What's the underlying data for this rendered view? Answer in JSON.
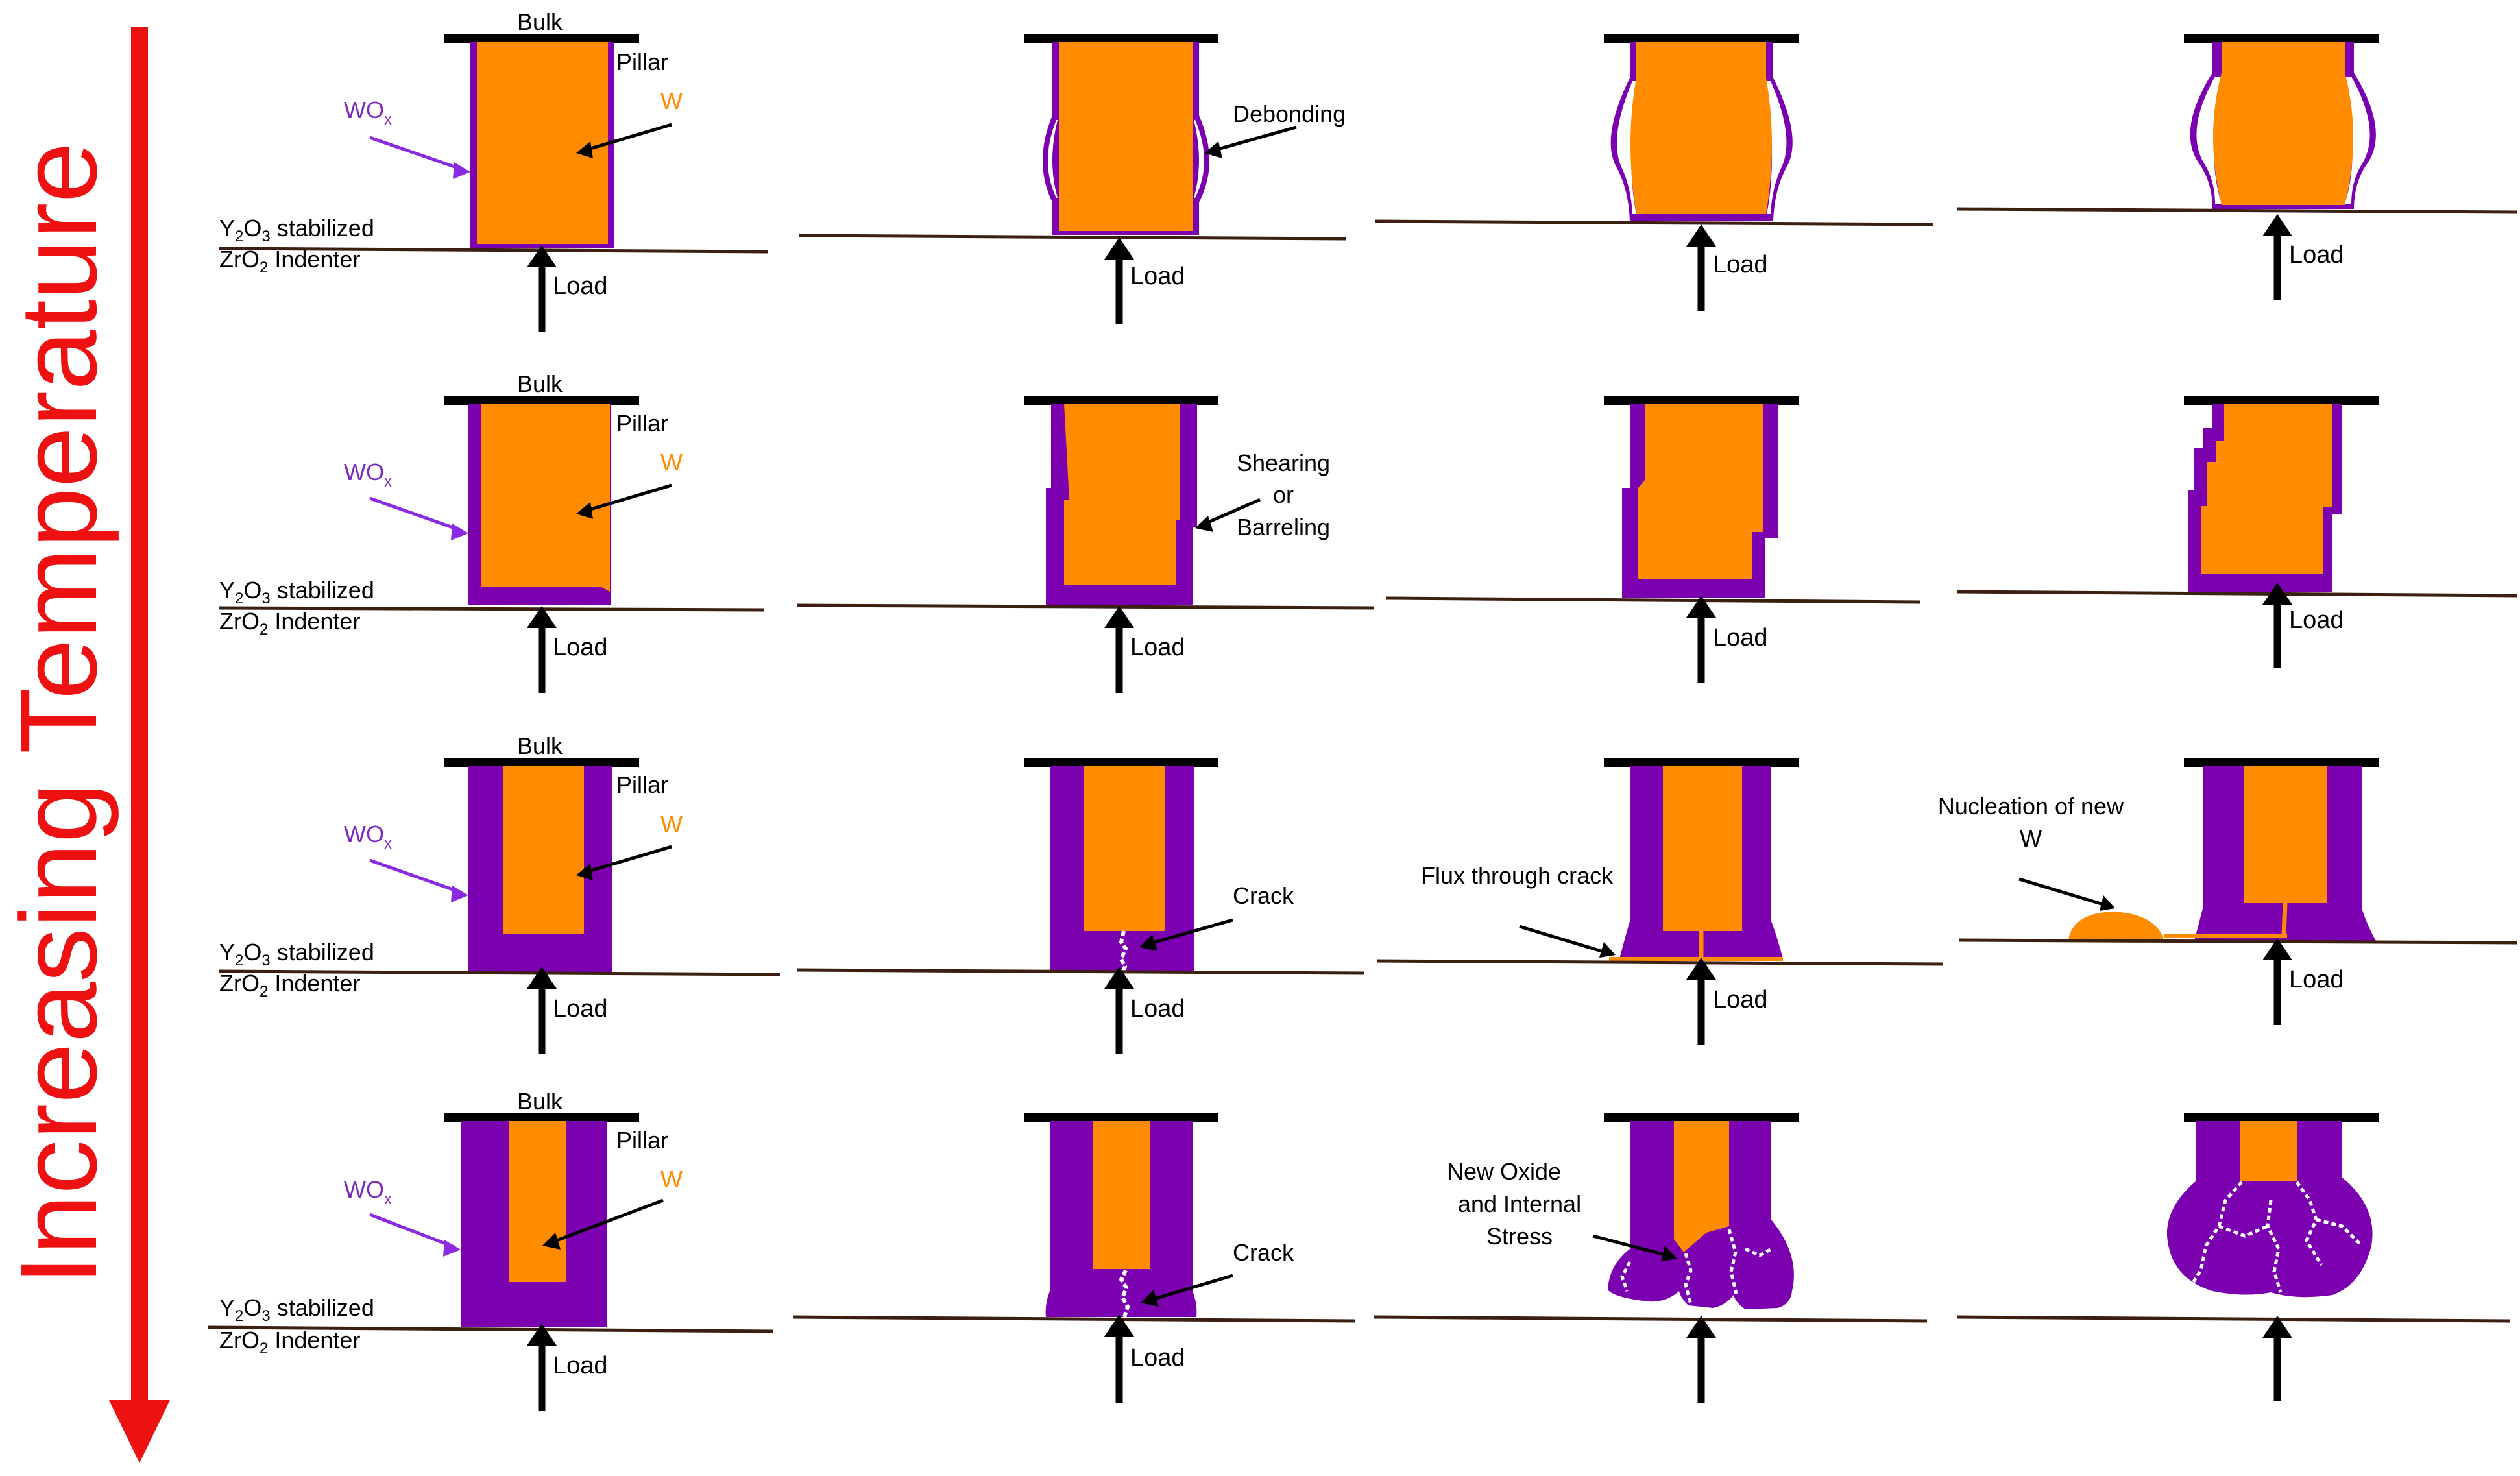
{
  "colors": {
    "tungsten": "#FF8C00",
    "oxide": "#7B00B0",
    "arrow_axis": "#EE1111",
    "line": "#000000",
    "crack": "#FFFFFF",
    "flux": "#FF8C00"
  },
  "axis_label": "Increasing Temperature",
  "labels": {
    "bulk": "Bulk",
    "pillar": "Pillar",
    "w": "W",
    "wox_base": "WO",
    "wox_sub": "x",
    "indenter_line1_y": "Y",
    "indenter_line1_sub2": "2",
    "indenter_line1_o": "O",
    "indenter_line1_sub3": "3",
    "indenter_line1_rest": " stabilized",
    "indenter_line2_zr": "ZrO",
    "indenter_line2_sub": "2",
    "indenter_line2_rest": " Indenter",
    "load": "Load"
  },
  "annotations": {
    "debonding": "Debonding",
    "shearing": "Shearing",
    "or": "or",
    "barreling": "Barreling",
    "crack_r3": "Crack",
    "crack_r4": "Crack",
    "flux": "Flux through crack",
    "nucleation_line1": "Nucleation of new",
    "nucleation_line2": "W",
    "new_oxide_line1": "New Oxide",
    "new_oxide_line2": "and Internal",
    "new_oxide_line3": "Stress"
  }
}
